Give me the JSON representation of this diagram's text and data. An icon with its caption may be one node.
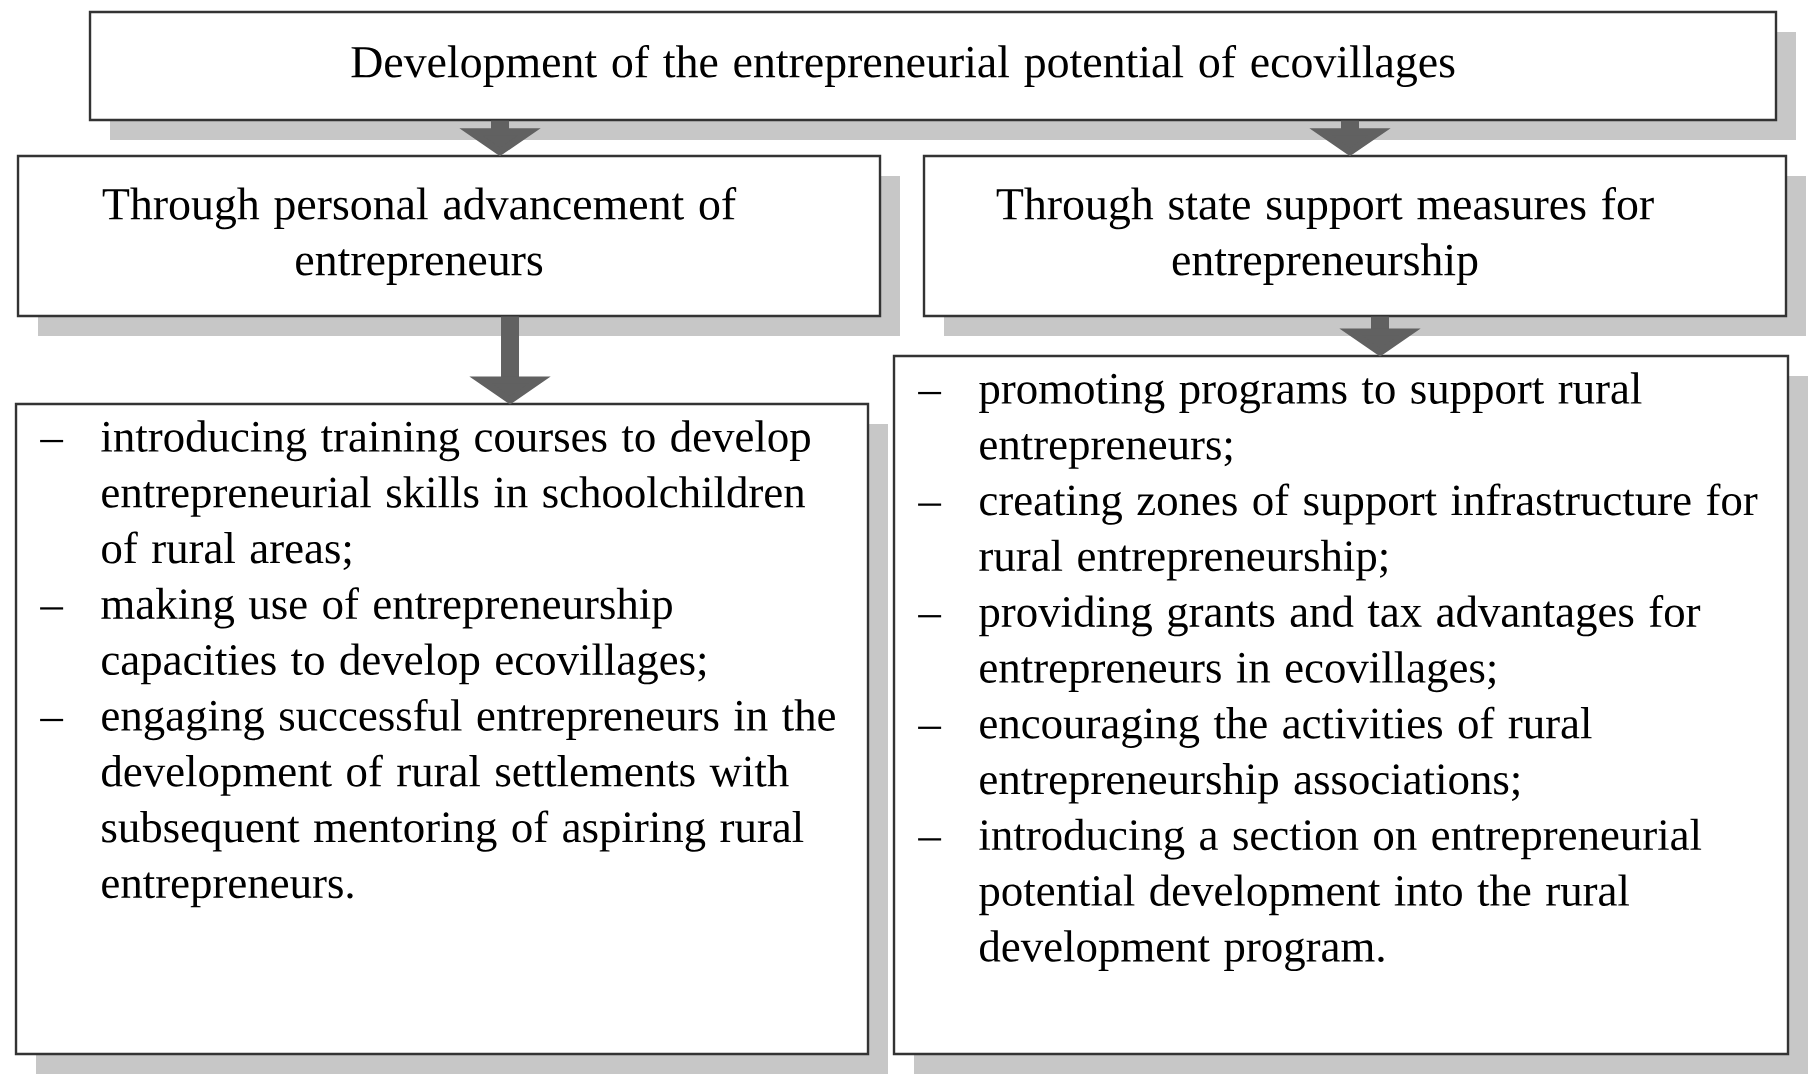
{
  "diagram": {
    "nodes": [
      {
        "text": [
          "Development of the entrepreneurial potential of ecovillages"
        ]
      },
      {
        "text": [
          "Through personal advancement of entrepreneurs"
        ]
      },
      {
        "text": [
          "Through state support measures for entrepreneurship"
        ]
      },
      {
        "text": [
          "introducing training courses to develop entrepreneurial skills in schoolchildren of rural areas;",
          "making use of entrepreneurship capacities to develop ecovillages;",
          "engaging successful entrepreneurs in the development of rural settlements with subsequent mentoring of aspiring rural entrepreneurs."
        ]
      },
      {
        "text": [
          "promoting programs to support rural entrepreneurs;",
          "creating zones of support infrastructure for rural entrepreneurship;",
          "providing grants and tax advantages for entrepreneurs in ecovillages;",
          "encouraging the activities of rural entrepreneurship associations;",
          "introducing a section on entrepreneurial potential development into the rural development program."
        ]
      }
    ],
    "edges": [
      {
        "from": 0,
        "to": 1,
        "arrow": "to"
      },
      {
        "from": 0,
        "to": 2,
        "arrow": "to"
      },
      {
        "from": 1,
        "to": 3,
        "arrow": "to"
      },
      {
        "from": 2,
        "to": 4,
        "arrow": "to"
      }
    ],
    "labels": [
      "–",
      "–",
      "–",
      "–",
      "–",
      "–",
      "–",
      "–"
    ]
  }
}
